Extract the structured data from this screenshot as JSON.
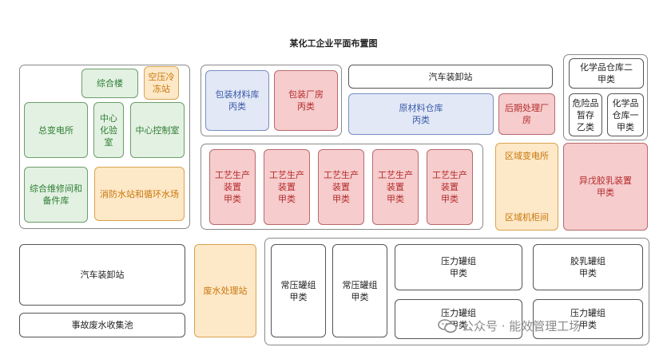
{
  "title": "某化工企业平面布置图",
  "blocks": {
    "zonghelou": "综合楼",
    "kongya": "空压冷\n冻站",
    "zongbiandian": "总变电所",
    "zhongxinhuayan": "中心\n化验\n室",
    "zhongxinkongzhi": "中心控制室",
    "weixiu": "综合维修间和\n备件库",
    "xiaofang": "消防水站和循环水场",
    "baozhuangcailiao": "包装材料库\n丙类",
    "baozhuangchangfang": "包装厂房\n丙类",
    "qicheshangtop": "汽车装卸站",
    "yuancailiao": "原材料仓库\n丙类",
    "houqi": "后期处理厂\n房",
    "huaxuepin2": "化学品仓库二\n甲类",
    "weixianpin": "危险品\n暂存\n乙类",
    "huaxuepin1": "化学品\n仓库一\n甲类",
    "gongyi1": "工艺生产\n装置\n甲类",
    "gongyi2": "工艺生产\n装置\n甲类",
    "gongyi3": "工艺生产\n装置\n甲类",
    "gongyi4": "工艺生产\n装置\n甲类",
    "gongyi5": "工艺生产\n装置\n甲类",
    "quyubiandian": "区域变电所",
    "quyujigui": "区域机柜间",
    "yiwu": "异戊胶乳装置\n甲类",
    "qichebottom": "汽车装卸站",
    "shigu": "事故废水收集池",
    "feishui": "废水处理站",
    "changya1": "常压罐组\n甲类",
    "changya2": "常压罐组\n甲类",
    "yali1": "压力罐组\n甲类",
    "jiaoru": "胶乳罐组\n甲类",
    "yali2": "压力罐组\n甲类",
    "yali3": "压力罐组\n甲类"
  },
  "watermark": {
    "text": "公众号 · 能效管理工场",
    "icon": "wechat-icon"
  }
}
